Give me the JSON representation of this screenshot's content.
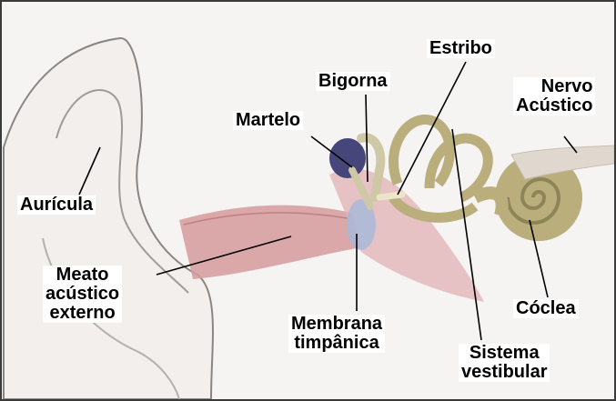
{
  "labels": {
    "auricula": "Aurícula",
    "meato": [
      "Meato",
      "acústico",
      "externo"
    ],
    "martelo": "Martelo",
    "bigorna": "Bigorna",
    "estribo": "Estribo",
    "nervo": [
      "Nervo",
      "Acústico"
    ],
    "coclea": "Cóclea",
    "membrana": [
      "Membrana",
      "timpânica"
    ],
    "sistema": [
      "Sistema",
      "vestibular"
    ]
  },
  "colors": {
    "border": "#3a3a3a",
    "background": "#f6f4f2",
    "canal": "#d69a9e",
    "eardrum": "#a8b8d8",
    "bone": "#cfc8a6",
    "cochlea": "#b9ae7c",
    "nerve": "#e0d8cf",
    "hammer": "#46467a"
  },
  "icons": [
    "ear-outline-illustration",
    "inner-ear-illustration"
  ]
}
